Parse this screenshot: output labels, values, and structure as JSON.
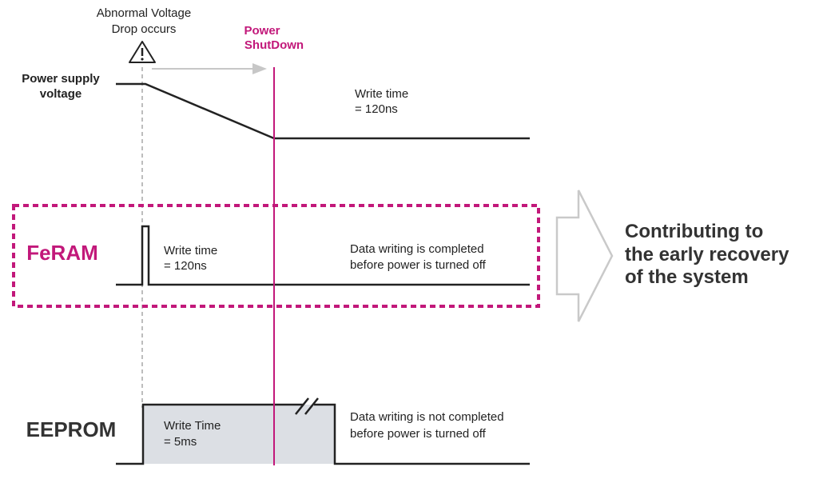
{
  "top_event": {
    "line1": "Abnormal Voltage",
    "line2": "Drop occurs"
  },
  "shutdown": {
    "line1": "Power",
    "line2": "ShutDown"
  },
  "supply": {
    "label_line1": "Power supply",
    "label_line2": "voltage",
    "write_line1": "Write time",
    "write_line2": "= 120ns"
  },
  "feram": {
    "label": "FeRAM",
    "write_line1": "Write time",
    "write_line2": "= 120ns",
    "note_line1": "Data writing is completed",
    "note_line2": "before power is turned off"
  },
  "eeprom": {
    "label": "EEPROM",
    "write_line1": "Write Time",
    "write_line2": "= 5ms",
    "note_line1": "Data writing is not completed",
    "note_line2": "before power is turned off"
  },
  "result": {
    "line1": "Contributing to",
    "line2": "the early recovery",
    "line3": "of the system"
  },
  "colors": {
    "accent": "#c2187a",
    "ink": "#222222",
    "gray": "#c7c7c7",
    "fill": "#dcdfe4"
  },
  "icons": {
    "warning": "warning-triangle-icon",
    "arrow": "hollow-arrow-icon"
  }
}
